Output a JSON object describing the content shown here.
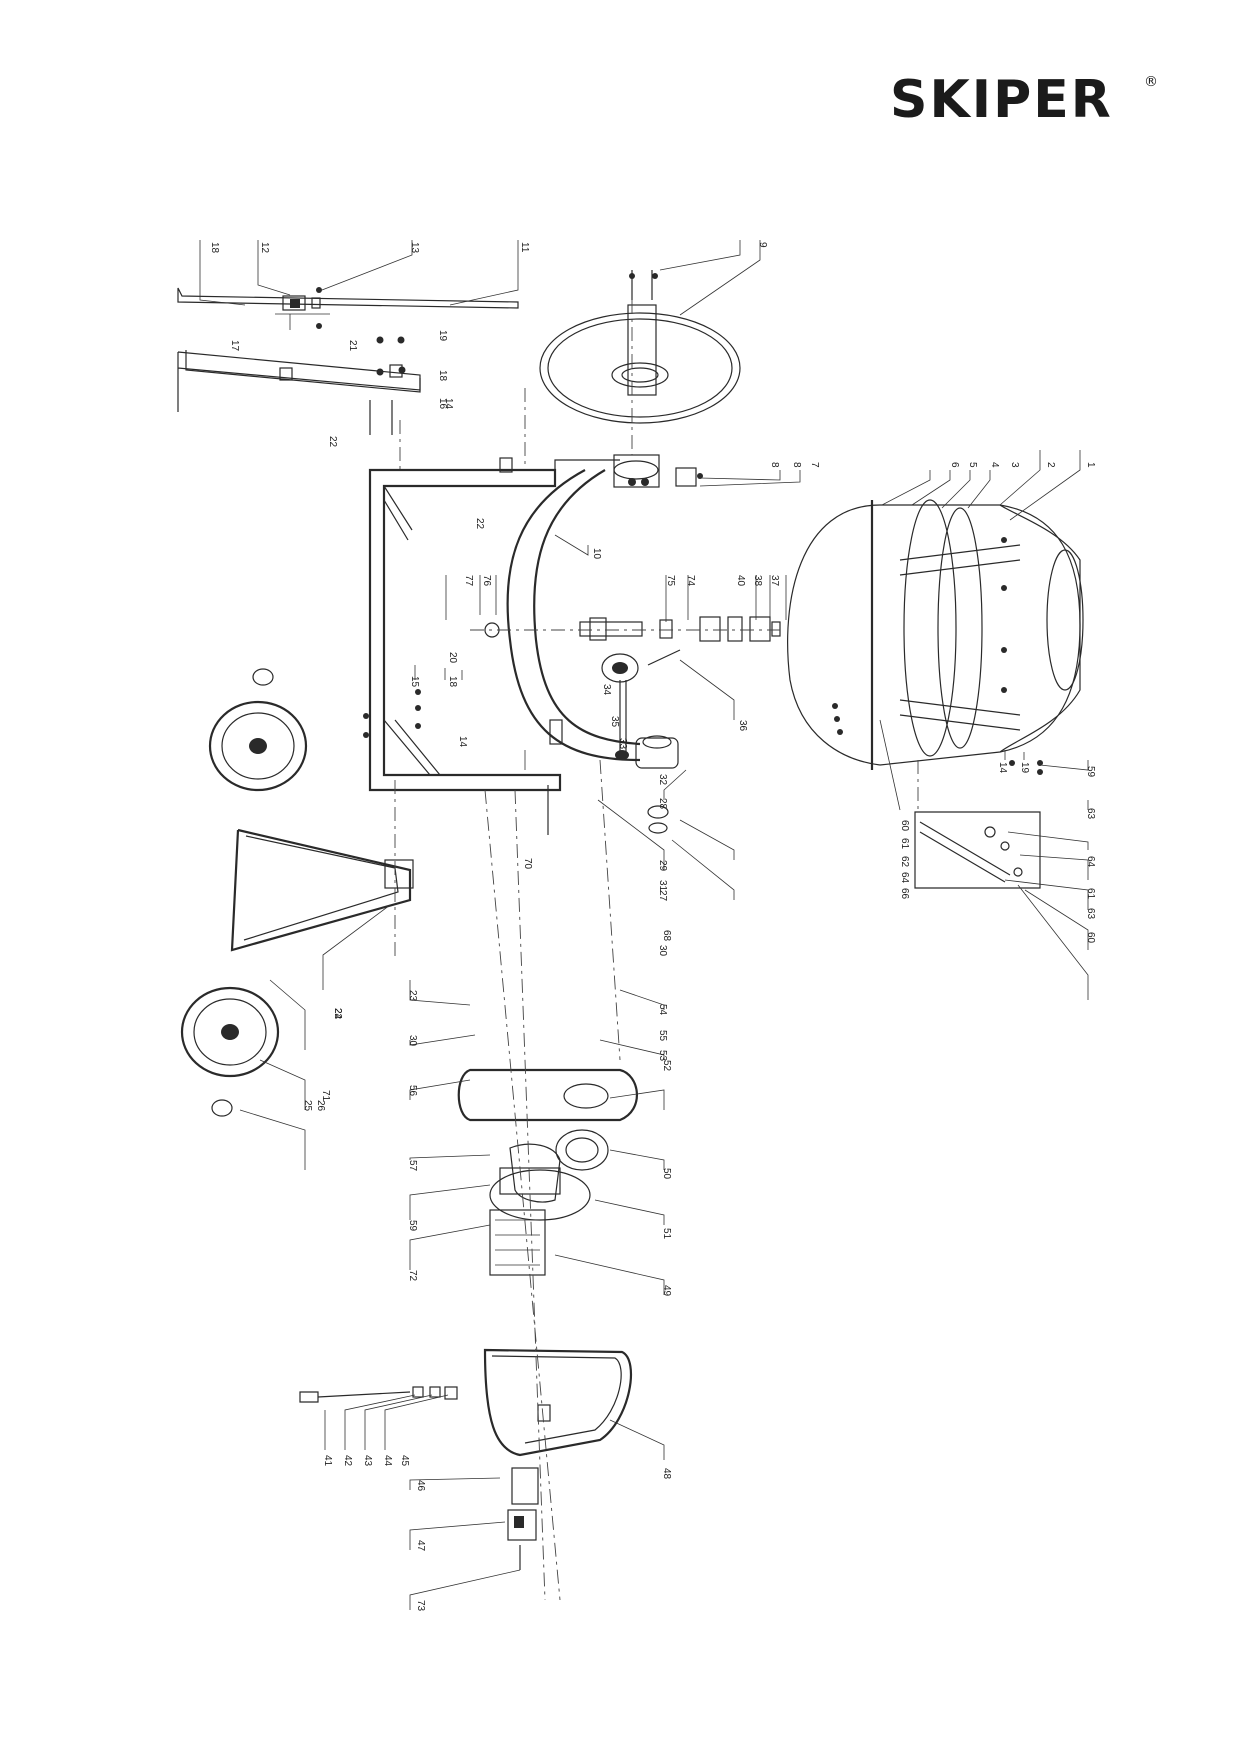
{
  "brand": {
    "name": "SKIPER",
    "mark": "®"
  },
  "diagram": {
    "labels": [
      "1",
      "2",
      "3",
      "4",
      "5",
      "6",
      "7",
      "8",
      "8",
      "9",
      "10",
      "11",
      "12",
      "13",
      "14",
      "14",
      "14",
      "15",
      "16",
      "17",
      "18",
      "18",
      "18",
      "19",
      "19",
      "20",
      "21",
      "22",
      "22",
      "22",
      "23",
      "24",
      "25",
      "26",
      "27",
      "28",
      "29",
      "30",
      "30",
      "31",
      "32",
      "33",
      "34",
      "35",
      "36",
      "37",
      "38",
      "40",
      "41",
      "42",
      "43",
      "44",
      "45",
      "46",
      "47",
      "48",
      "49",
      "50",
      "51",
      "52",
      "53",
      "54",
      "55",
      "56",
      "57",
      "59",
      "59",
      "60",
      "60",
      "61",
      "61",
      "62",
      "63",
      "63",
      "64",
      "64",
      "66",
      "68",
      "70",
      "71",
      "72",
      "73",
      "74",
      "75",
      "76",
      "77"
    ]
  }
}
